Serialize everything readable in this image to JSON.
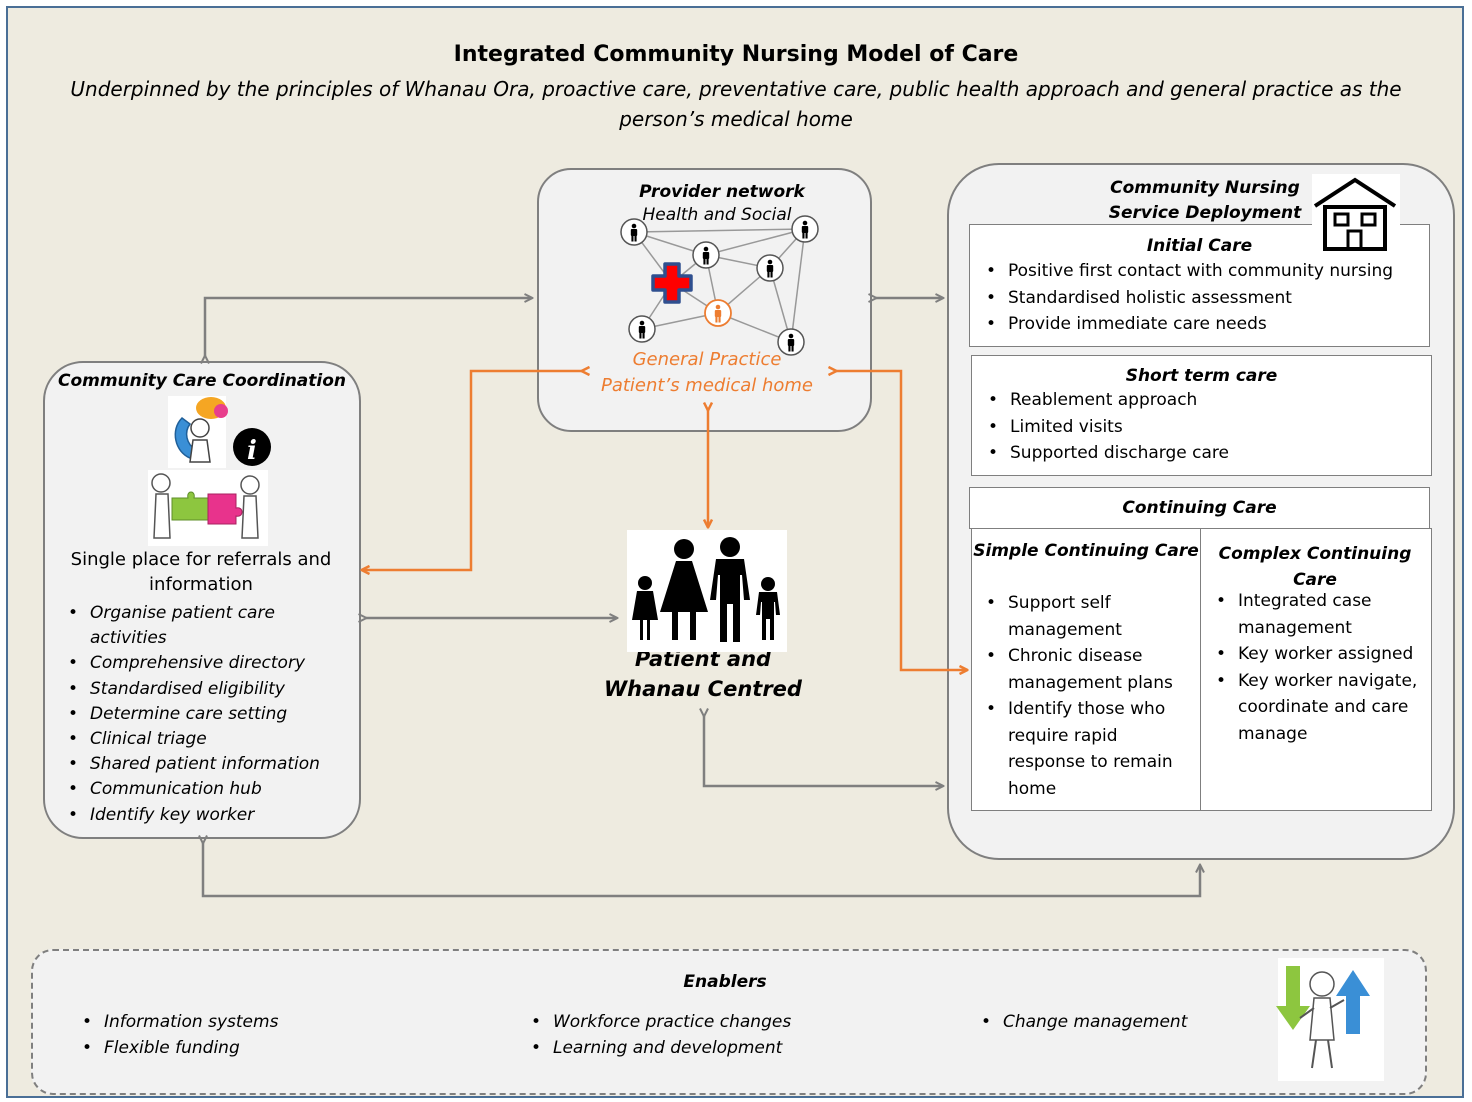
{
  "title": "Integrated Community Nursing Model of Care",
  "subtitle": "Underpinned by the principles of Whanau Ora, proactive care, preventative care, public health approach and general practice as the person’s medical home",
  "provider_network": {
    "title": "Provider network",
    "subtitle": "Health and Social",
    "gp_line1": "General Practice",
    "gp_line2": "Patient’s medical home"
  },
  "community_care_coordination": {
    "title": "Community Care Coordination",
    "description": "Single place for referrals and information",
    "items": [
      "Organise patient care activities",
      "Comprehensive directory",
      "Standardised eligibility",
      "Determine care setting",
      "Clinical triage",
      "Shared patient information",
      "Communication hub",
      "Identify key worker"
    ]
  },
  "patient": {
    "line1": "Patient and",
    "line2": "Whanau Centred"
  },
  "deployment": {
    "title_line1": "Community Nursing",
    "title_line2": "Service Deployment",
    "initial_care": {
      "title": "Initial Care",
      "items": [
        "Positive first contact with community nursing",
        "Standardised holistic assessment",
        "Provide immediate care needs"
      ]
    },
    "short_term_care": {
      "title": "Short term care",
      "items": [
        "Reablement approach",
        "Limited visits",
        "Supported discharge care"
      ]
    },
    "continuing_care": {
      "title": "Continuing Care",
      "simple": {
        "title": "Simple Continuing Care",
        "items": [
          "Support self management",
          "Chronic disease management plans",
          "Identify those who require rapid response to remain home"
        ]
      },
      "complex": {
        "title": "Complex Continuing Care",
        "items": [
          "Integrated case management",
          "Key worker assigned",
          "Key worker navigate, coordinate and care manage"
        ]
      }
    }
  },
  "enablers": {
    "title": "Enablers",
    "col1": [
      "Information systems",
      "Flexible funding"
    ],
    "col2": [
      "Workforce practice changes",
      "Learning and development"
    ],
    "col3": [
      "Change management"
    ]
  },
  "colors": {
    "background": "#eeebe0",
    "frame_border": "#4a6f96",
    "box_fill": "#f2f2f2",
    "box_border": "#7f7f7f",
    "orange_arrow": "#ed7d31",
    "grey_arrow": "#7f7f7f",
    "gp_text": "#ed7d31",
    "cross_red": "#ff0000",
    "cross_border": "#2f4f8f"
  },
  "icons": [
    "house-icon",
    "network-person-icon",
    "red-cross-icon",
    "family-icon",
    "phone-person-icon",
    "info-icon",
    "puzzle-people-icon",
    "up-down-person-icon"
  ]
}
